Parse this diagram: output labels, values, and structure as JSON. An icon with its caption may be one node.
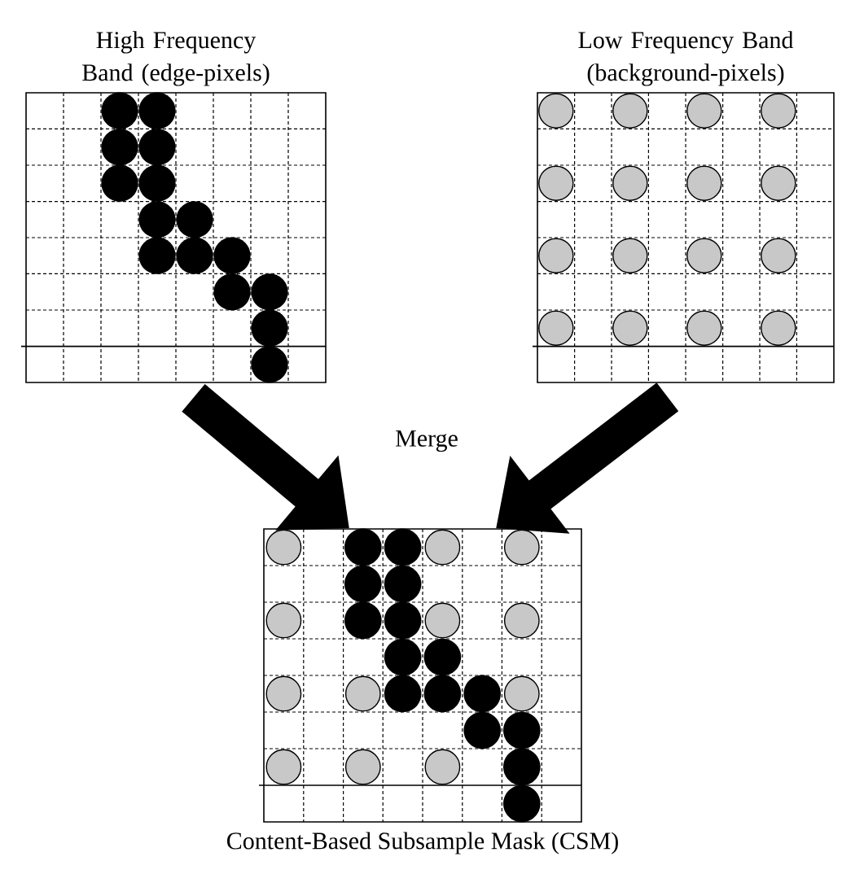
{
  "diagram": {
    "caption": "Content-Based Subsample Mask (CSM)",
    "nodes": [
      {
        "text": [
          "High Frequency Band (edge-pixels)"
        ]
      },
      {
        "text": [
          "Low Frequency Band (background-pixels)"
        ]
      },
      {
        "text": [],
        "shape": "box"
      }
    ],
    "edges": [
      {
        "from": 0,
        "to": 2,
        "arrow": "to"
      },
      {
        "from": 1,
        "to": 2,
        "arrow": "to"
      }
    ],
    "labels": [
      "Merge"
    ]
  }
}
